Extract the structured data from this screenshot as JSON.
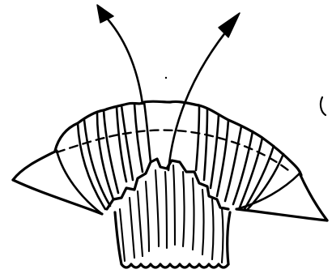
{
  "figure": {
    "ink_color": "#000000",
    "background_color": "#ffffff",
    "elements": [
      "fan-shaped-fold-structure",
      "upward-arrow-left",
      "upward-arrow-right"
    ]
  }
}
